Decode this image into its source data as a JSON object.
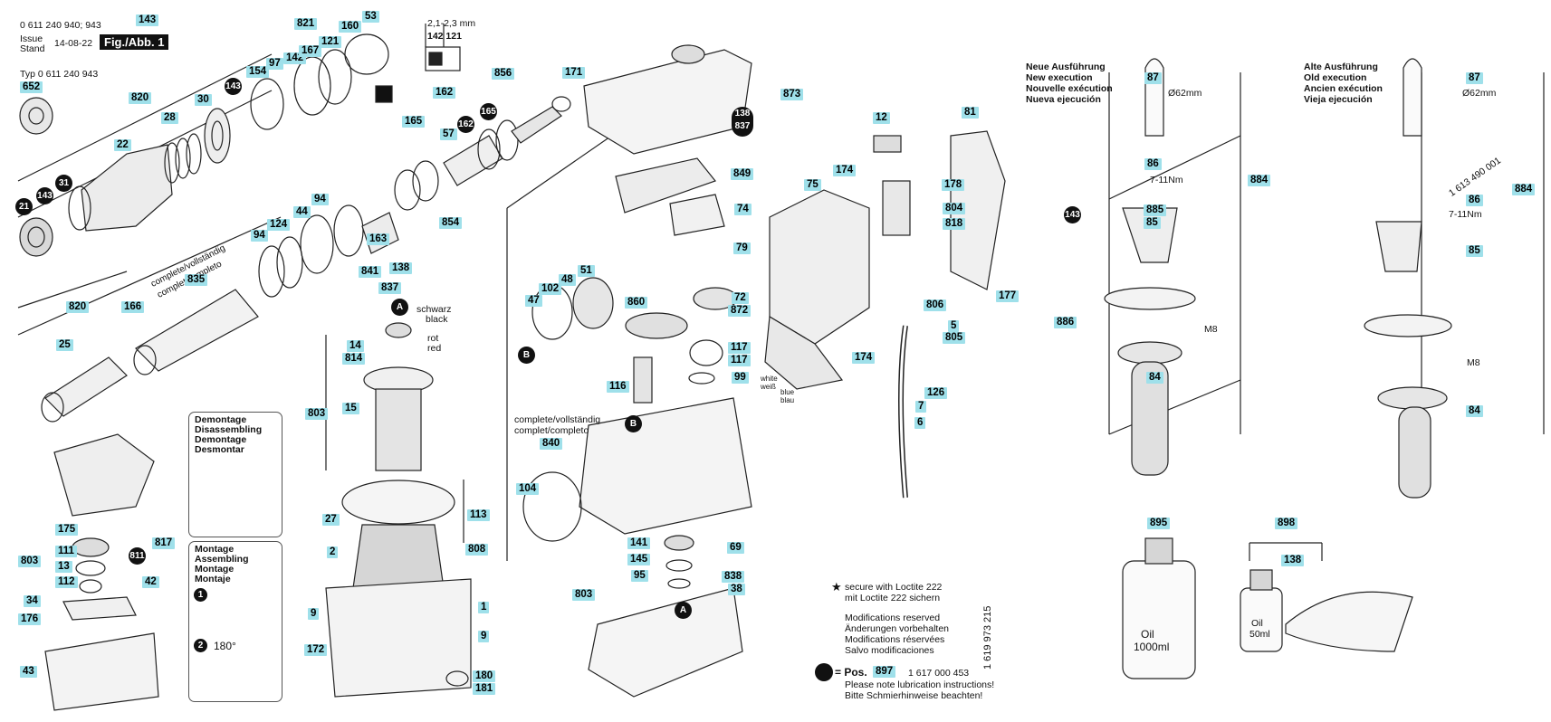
{
  "header": {
    "number_line": "0 611 240 940; 943",
    "issue_label": "Issue",
    "stand_label": "Stand",
    "date": "14-08-22",
    "figure_label": "Fig./Abb. 1",
    "type_line": "Typ 0 611 240 943",
    "gap_spec": "2,1-2,3 mm",
    "gap_parts": "142 121"
  },
  "notes": {
    "complete_1": "complete/vollständig",
    "complete_2": "complet/completo",
    "complete_3": "complete/vollständig",
    "complete_4": "complet/completo",
    "schwarz": "schwarz",
    "black": "black",
    "rot": "rot",
    "red": "red",
    "white": "white",
    "weiss": "weiß",
    "blue": "blue",
    "blau": "blau",
    "torque_1": "7-11Nm",
    "torque_2": "7-11Nm",
    "diameter_1": "Ø62mm",
    "diameter_2": "Ø62mm",
    "m8_1": "M8",
    "m8_2": "M8",
    "marker_a": "A",
    "marker_b": "B",
    "angle": "180°",
    "step_1": "1",
    "step_2": "2",
    "oil_big": "Oil",
    "oil_big_vol": "1000ml",
    "oil_small": "Oil",
    "oil_small_vol": "50ml",
    "side_number": "1 619 973 215",
    "alt_part_number": "1 613 490 001"
  },
  "panels": {
    "disassembly": [
      "Demontage",
      "Disassembling",
      "Demontage",
      "Desmontar"
    ],
    "assembly": [
      "Montage",
      "Assembling",
      "Montage",
      "Montaje"
    ],
    "new_exec": [
      "Neue Ausführung",
      "New execution",
      "Nouvelle exécution",
      "Nueva ejecución"
    ],
    "old_exec": [
      "Alte Ausführung",
      "Old execution",
      "Ancien exécution",
      "Vieja ejecución"
    ]
  },
  "footer": {
    "loctite_1": "secure with Loctite 222",
    "loctite_2": "mit Loctite 222 sichern",
    "mods": [
      "Modifications reserved",
      "Änderungen vorbehalten",
      "Modifications réservées",
      "Salvo modificaciones"
    ],
    "pos_label": "= Pos.",
    "pos_num": "897",
    "pos_part": "1 617 000 453",
    "lube_1": "Please note lubrication instructions!",
    "lube_2": "Bitte Schmierhinweise beachten!"
  },
  "callouts": [
    "652",
    "820",
    "30",
    "28",
    "22",
    "821",
    "97",
    "142",
    "167",
    "121",
    "160",
    "53",
    "154",
    "143",
    "856",
    "57",
    "162",
    "165",
    "820",
    "166",
    "835",
    "124",
    "44",
    "94",
    "94",
    "163",
    "841",
    "854",
    "25",
    "14",
    "814",
    "15",
    "803",
    "27",
    "113",
    "2",
    "808",
    "9",
    "172",
    "1",
    "9",
    "180",
    "181",
    "175",
    "111",
    "13",
    "112",
    "803",
    "817",
    "42",
    "34",
    "176",
    "43",
    "171",
    "873",
    "138",
    "837",
    "849",
    "74",
    "79",
    "51",
    "48",
    "102",
    "47",
    "860",
    "72",
    "872",
    "117",
    "117",
    "99",
    "116",
    "840",
    "104",
    "141",
    "145",
    "95",
    "803",
    "69",
    "838",
    "38",
    "12",
    "174",
    "75",
    "178",
    "804",
    "818",
    "81",
    "177",
    "806",
    "5",
    "805",
    "174",
    "7",
    "126",
    "6",
    "87",
    "86",
    "884",
    "885",
    "85",
    "886",
    "84",
    "87",
    "86",
    "884",
    "85",
    "84",
    "895",
    "898",
    "138"
  ],
  "dots": [
    "143",
    "31",
    "21",
    "143",
    "811",
    "143",
    "162",
    "165",
    "138",
    "837"
  ]
}
